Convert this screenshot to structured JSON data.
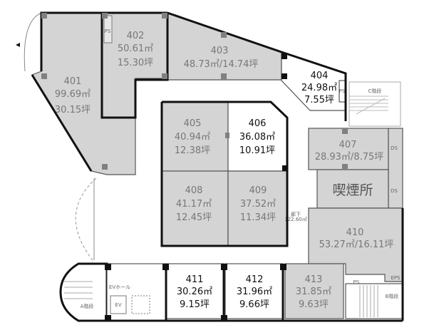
{
  "rooms": {
    "r401": {
      "no": "401",
      "area": "99.69㎡",
      "tsubo": "30.15坪"
    },
    "r402": {
      "no": "402",
      "area": "50.61㎡",
      "tsubo": "15.30坪"
    },
    "r403": {
      "no": "403",
      "area_tsubo": "48.73㎡/14.74坪"
    },
    "r404": {
      "no": "404",
      "area": "24.98㎡",
      "tsubo": "7.55坪"
    },
    "r405": {
      "no": "405",
      "area": "40.94㎡",
      "tsubo": "12.38坪"
    },
    "r406": {
      "no": "406",
      "area": "36.08㎡",
      "tsubo": "10.91坪"
    },
    "r407": {
      "no": "407",
      "area_tsubo": "28.93㎡/8.75坪"
    },
    "r408": {
      "no": "408",
      "area": "41.17㎡",
      "tsubo": "12.45坪"
    },
    "r409": {
      "no": "409",
      "area": "37.52㎡",
      "tsubo": "11.34坪"
    },
    "r410": {
      "no": "410",
      "area_tsubo": "53.27㎡/16.11坪"
    },
    "r411": {
      "no": "411",
      "area": "30.26㎡",
      "tsubo": "9.15坪"
    },
    "r412": {
      "no": "412",
      "area": "31.96㎡",
      "tsubo": "9.66坪"
    },
    "r413": {
      "no": "413",
      "area": "31.85㎡",
      "tsubo": "9.63坪"
    }
  },
  "facilities": {
    "smoking": "喫煙所",
    "stairs_a": "A階段",
    "stairs_b": "B階段",
    "stairs_c": "C階段",
    "ev_hall": "EVホール",
    "ev": "EV",
    "ps": "PS",
    "ds": "DS",
    "eps": "EPS",
    "corridor": "廊下",
    "corridor_area": "122.60㎡"
  }
}
